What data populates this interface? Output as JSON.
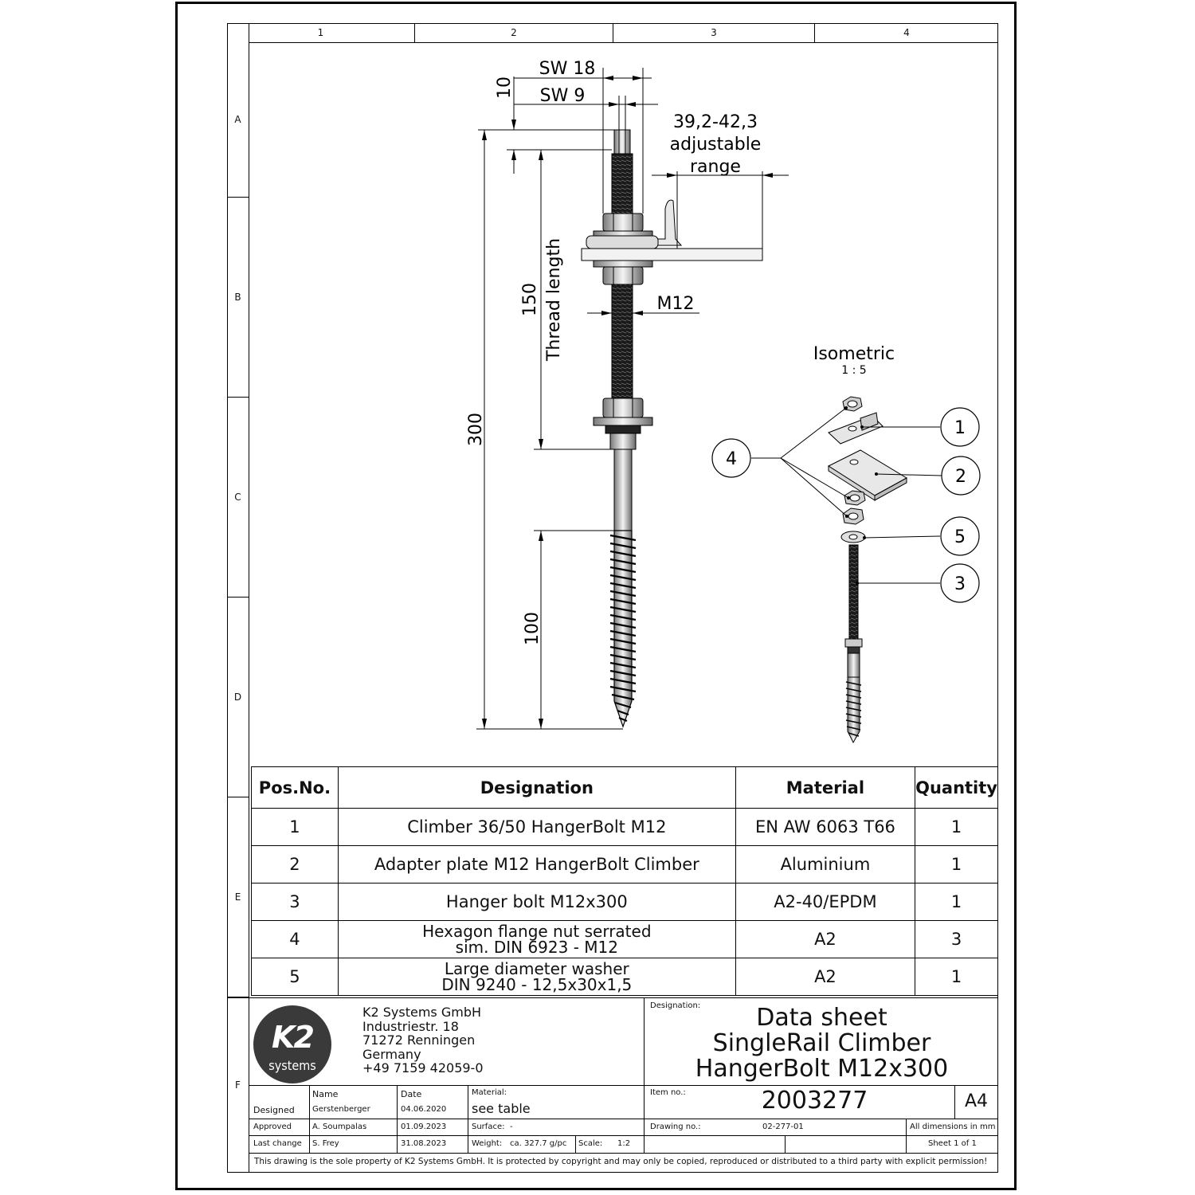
{
  "zones": {
    "columns": [
      "1",
      "2",
      "3",
      "4"
    ],
    "rows": [
      "A",
      "B",
      "C",
      "D",
      "E",
      "F"
    ]
  },
  "drawing": {
    "dim_sw18": "SW 18",
    "dim_sw9": "SW 9",
    "dim_10": "10",
    "dim_range_value": "39,2-42,3",
    "dim_range_l1": "adjustable",
    "dim_range_l2": "range",
    "dim_150": "150",
    "dim_thread": "Thread length",
    "dim_m12": "M12",
    "dim_300": "300",
    "dim_100": "100",
    "iso_title": "Isometric",
    "iso_scale": "1 : 5",
    "balloons": [
      "1",
      "2",
      "3",
      "4",
      "5"
    ]
  },
  "parts_table": {
    "headers": [
      "Pos.No.",
      "Designation",
      "Material",
      "Quantity"
    ],
    "rows": [
      {
        "pos": "1",
        "designation": "Climber 36/50 HangerBolt M12",
        "designation2": "",
        "material": "EN AW 6063 T66",
        "qty": "1"
      },
      {
        "pos": "2",
        "designation": "Adapter plate M12 HangerBolt Climber",
        "designation2": "",
        "material": "Aluminium",
        "qty": "1"
      },
      {
        "pos": "3",
        "designation": "Hanger bolt M12x300",
        "designation2": "",
        "material": "A2-40/EPDM",
        "qty": "1"
      },
      {
        "pos": "4",
        "designation": "Hexagon flange nut serrated",
        "designation2": "sim. DIN 6923 - M12",
        "material": "A2",
        "qty": "3"
      },
      {
        "pos": "5",
        "designation": "Large diameter washer",
        "designation2": "DIN 9240 - 12,5x30x1,5",
        "material": "A2",
        "qty": "1"
      }
    ]
  },
  "logo": {
    "top": "K2",
    "bottom": "systems"
  },
  "company": {
    "name": "K2 Systems GmbH",
    "street": "Industriestr. 18",
    "city": "71272 Renningen",
    "country": "Germany",
    "phone": "+49 7159 42059-0"
  },
  "title_block": {
    "designation_label": "Designation:",
    "title_l1": "Data sheet",
    "title_l2": "SingleRail Climber",
    "title_l3": "HangerBolt M12x300",
    "name_label": "Name",
    "date_label": "Date",
    "material_label": "Material:",
    "material_value": "see table",
    "item_label": "Item no.:",
    "item_value": "2003277",
    "format": "A4",
    "designed_label": "Designed",
    "designed_name": "Gerstenberger",
    "designed_date": "04.06.2020",
    "approved_label": "Approved",
    "approved_name": "A. Soumpalas",
    "approved_date": "01.09.2023",
    "surface_label": "Surface:",
    "surface_value": "-",
    "drawing_no_label": "Drawing no.:",
    "drawing_no_value": "02-277-01",
    "units_note": "All dimensions in mm",
    "lastchange_label": "Last change",
    "lastchange_name": "S. Frey",
    "lastchange_date": "31.08.2023",
    "weight_label": "Weight:",
    "weight_value": "ca. 327.7 g/pc",
    "scale_label": "Scale:",
    "scale_value": "1:2",
    "sheet": "Sheet 1 of 1",
    "copyright": "This drawing is the sole property of K2 Systems GmbH.  It is protected by copyright and may only be copied, reproduced or distributed to a third party with explicit permission!"
  }
}
